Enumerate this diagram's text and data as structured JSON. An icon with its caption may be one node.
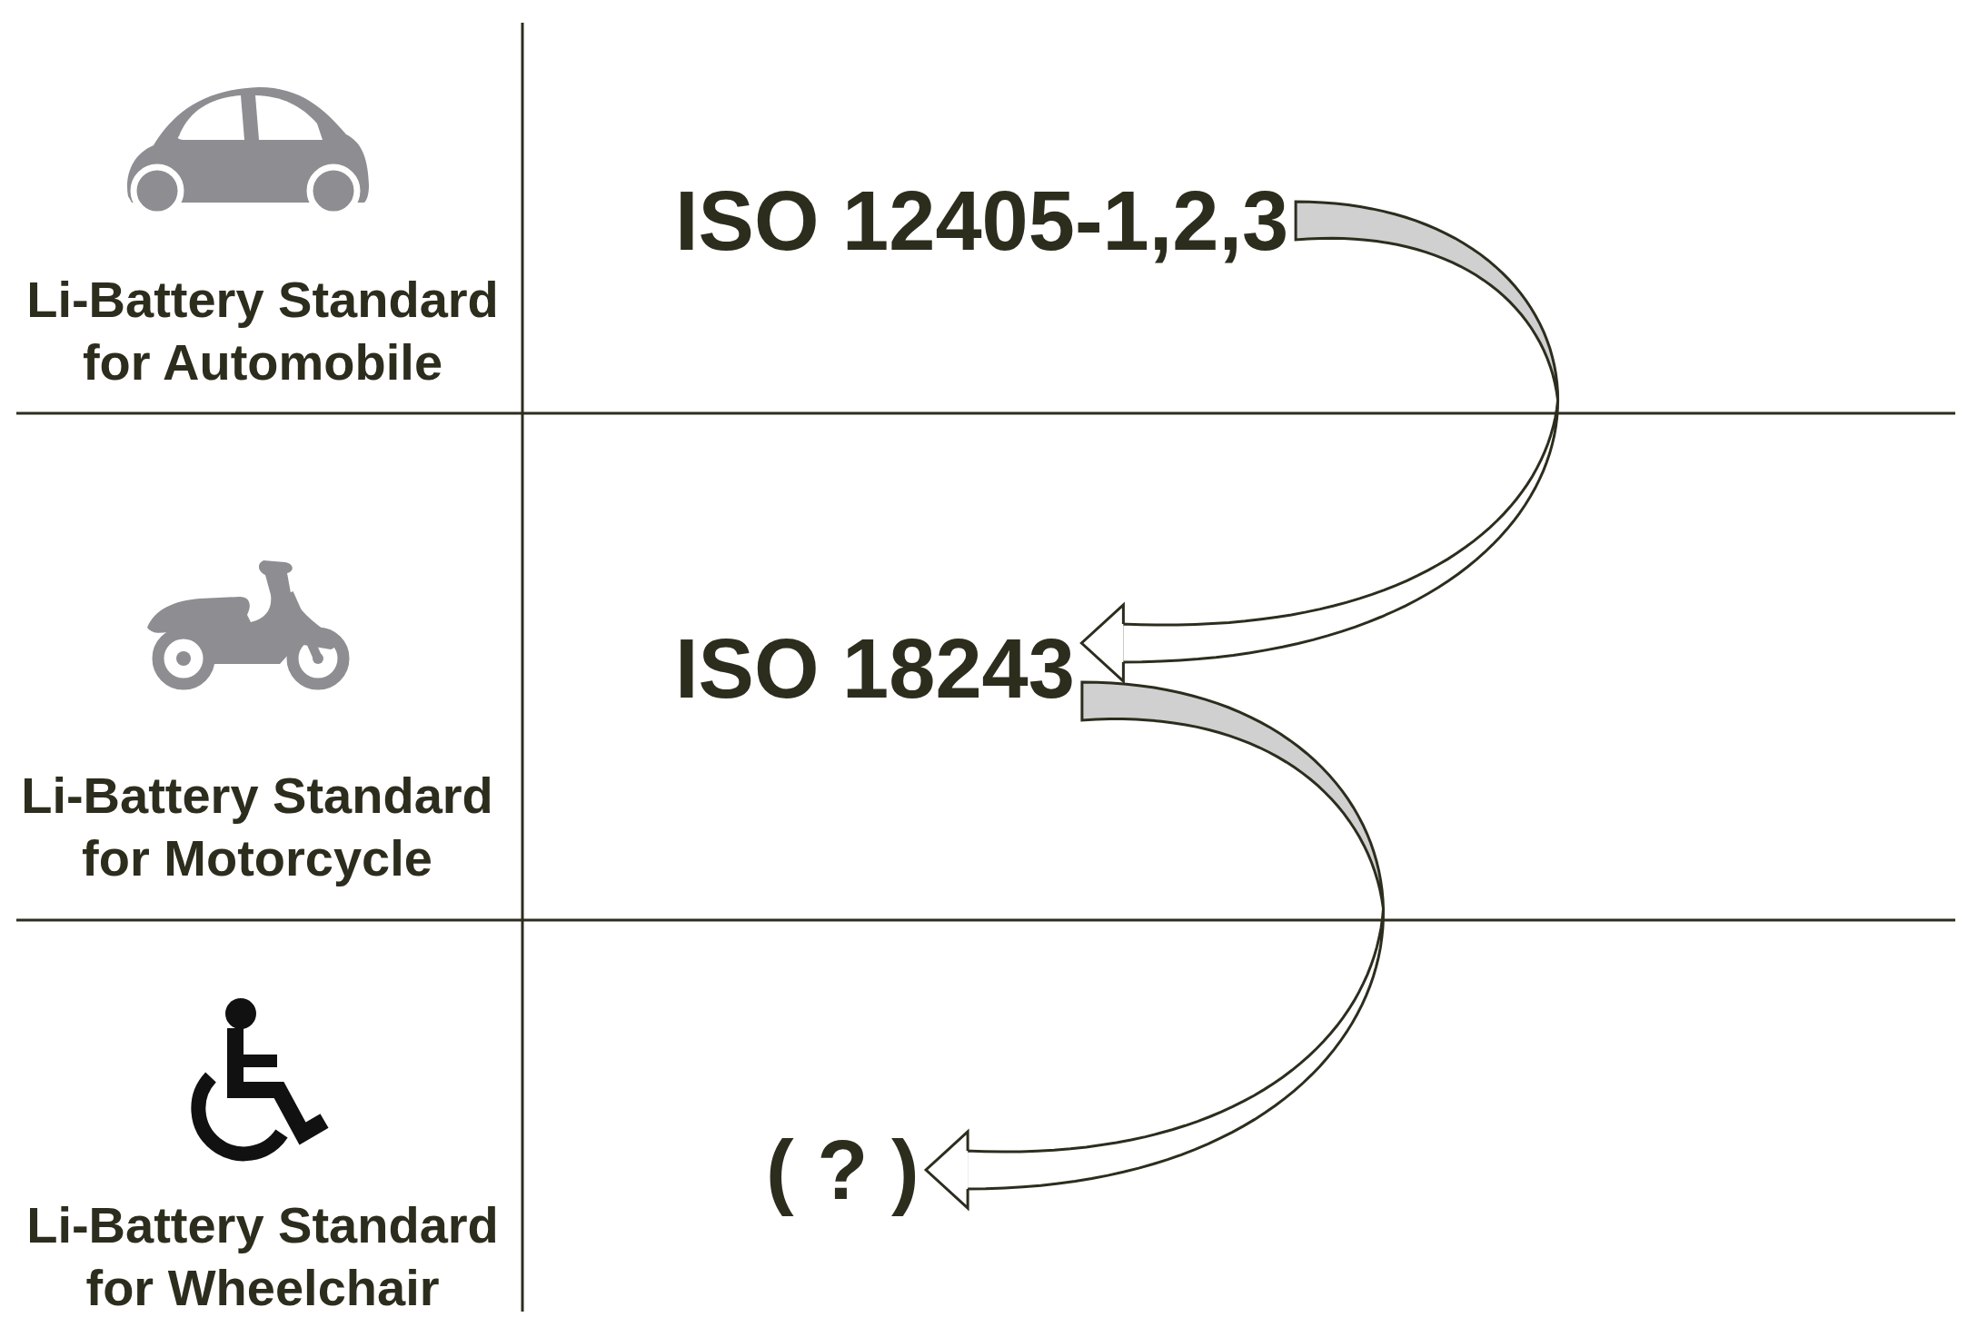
{
  "diagram": {
    "nodes": [
      {
        "text": [
          "ISO 12405-1,2,3"
        ]
      },
      {
        "text": [
          "ISO 18243"
        ]
      },
      {
        "text": [
          "( ? )"
        ]
      }
    ],
    "edges": [
      {
        "from": 0,
        "to": 1,
        "arrow": "to"
      },
      {
        "from": 1,
        "to": 2,
        "arrow": "to"
      }
    ],
    "labels": [
      "Li-Battery Standard for Automobile",
      "Li-Battery Standard for Motorcycle",
      "Li-Battery Standard for Wheelchair"
    ]
  }
}
